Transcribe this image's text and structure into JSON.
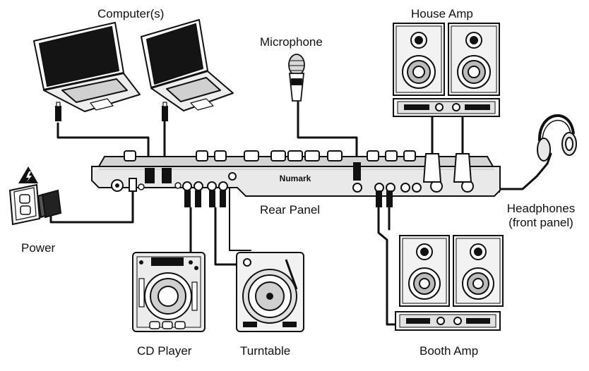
{
  "labels": {
    "computers": "Computer(s)",
    "house_amp": "House Amp",
    "microphone": "Microphone",
    "headphones_line1": "Headphones",
    "headphones_line2": "(front panel)",
    "rear_panel": "Rear Panel",
    "power": "Power",
    "cd_player": "CD Player",
    "turntable": "Turntable",
    "booth_amp": "Booth Amp"
  },
  "device": {
    "brand": "Numark"
  },
  "colors": {
    "line": "#111111",
    "panel_fill": "#e9e9e9",
    "dark": "#222222"
  }
}
